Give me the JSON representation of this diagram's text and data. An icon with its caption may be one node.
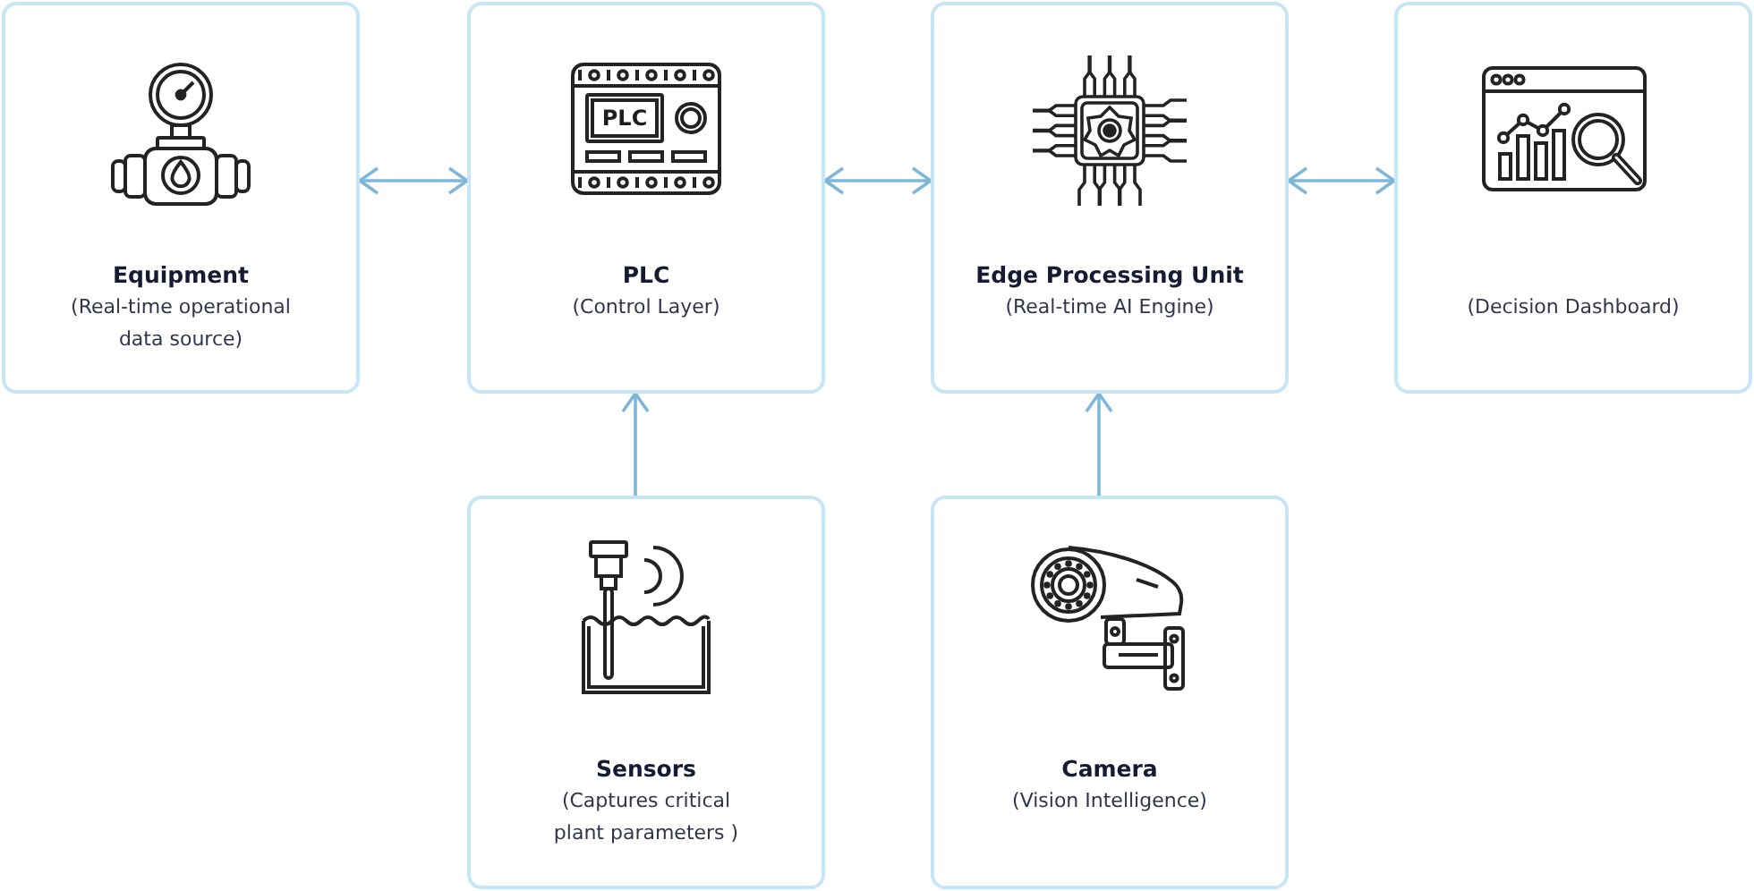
{
  "diagram": {
    "nodes": [
      {
        "text": [
          "Equipment",
          "(Real-time operational data source)"
        ]
      },
      {
        "text": [
          "PLC",
          "(Control Layer)"
        ]
      },
      {
        "text": [
          "Edge Processing Unit",
          "(Real-time AI Engine)"
        ]
      },
      {
        "text": [
          "(Decision Dashboard)"
        ]
      },
      {
        "text": [
          "Sensors",
          "(Captures critical plant parameters )"
        ]
      },
      {
        "text": [
          "Camera",
          "(Vision Intelligence)"
        ]
      }
    ],
    "edges": [
      {
        "from": 0,
        "to": 1,
        "arrow": "both"
      },
      {
        "from": 1,
        "to": 2,
        "arrow": "both"
      },
      {
        "from": 2,
        "to": 3,
        "arrow": "both"
      },
      {
        "from": 4,
        "to": 1,
        "arrow": "to"
      },
      {
        "from": 5,
        "to": 2,
        "arrow": "to"
      }
    ],
    "labels": [
      "PLC"
    ]
  }
}
